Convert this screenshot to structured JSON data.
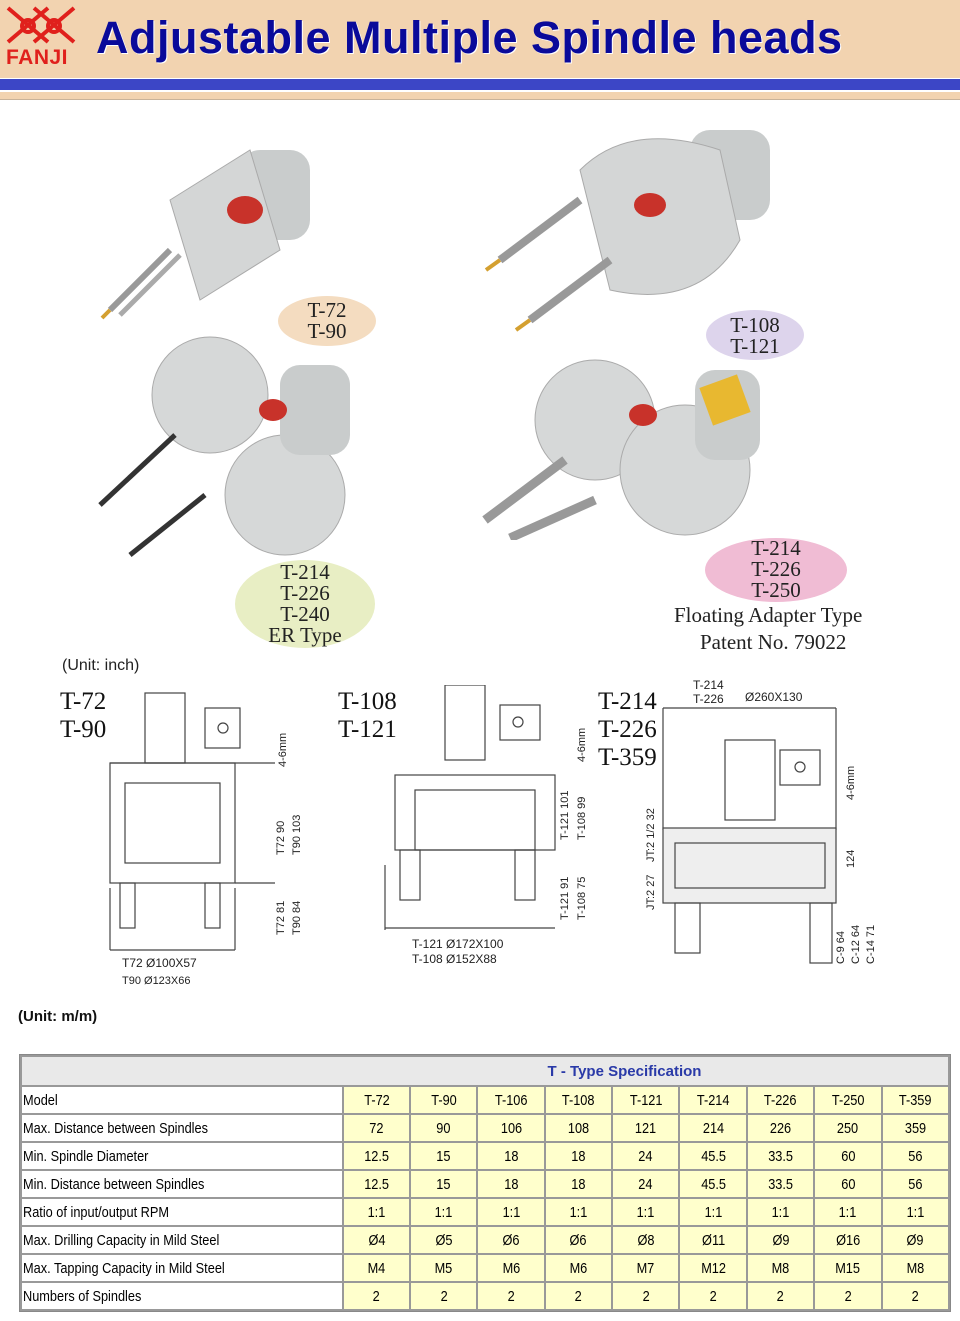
{
  "header": {
    "logo_text": "FANJI",
    "title": "Adjustable Multiple Spindle heads",
    "brand_color": "#e0201c",
    "title_color": "#0a0a9a",
    "bar_color": "#3c46c6"
  },
  "photos": [
    {
      "models": [
        "T-72",
        "T-90"
      ],
      "badge_color": "#f4dcc0"
    },
    {
      "models": [
        "T-108",
        "T-121"
      ],
      "badge_color": "#ddd4ec"
    },
    {
      "models": [
        "T-214",
        "T-226",
        "T-240"
      ],
      "caption": "ER Type",
      "badge_color": "#e8eec4"
    },
    {
      "models": [
        "T-214",
        "T-226",
        "T-250"
      ],
      "caption": "Floating Adapter Type",
      "caption2": "Patent No. 79022",
      "badge_color": "#f0bcd4"
    }
  ],
  "drawings": {
    "unit_label": "(Unit: inch)",
    "d1": {
      "models": [
        "T-72",
        "T-90"
      ],
      "gap": "4-6mm",
      "dim1": "T72 90",
      "dim2": "T90 103",
      "dim3": "T72 81",
      "dim4": "T90 84",
      "size1": "T72 Ø100X57",
      "size2": "T90 Ø123X66"
    },
    "d2": {
      "models": [
        "T-108",
        "T-121"
      ],
      "gap": "4-6mm",
      "dim1": "T-121 101",
      "dim2": "T-108 99",
      "dim3": "T-121 91",
      "dim4": "T-108 75",
      "size1": "T-121  Ø172X100",
      "size2": "T-108  Ø152X88"
    },
    "d3": {
      "models": [
        "T-214",
        "T-226",
        "T-359"
      ],
      "top1": "T-214",
      "top2": "T-226",
      "size": "Ø260X130",
      "gap": "4-6mm",
      "height": "124",
      "jt1": "JT:2 27",
      "jt2": "JT:2 1/2 32",
      "c1": "C-9  64",
      "c2": "C-12 64",
      "c3": "C-14 71"
    }
  },
  "table": {
    "unit_label": "(Unit: m/m)",
    "title": "T - Type  Specification",
    "rows": [
      {
        "label": "Model",
        "values": [
          "T-72",
          "T-90",
          "T-106",
          "T-108",
          "T-121",
          "T-214",
          "T-226",
          "T-250",
          "T-359"
        ]
      },
      {
        "label": "Max. Distance between Spindles",
        "values": [
          "72",
          "90",
          "106",
          "108",
          "121",
          "214",
          "226",
          "250",
          "359"
        ]
      },
      {
        "label": "Min. Spindle Diameter",
        "values": [
          "12.5",
          "15",
          "18",
          "18",
          "24",
          "45.5",
          "33.5",
          "60",
          "56"
        ]
      },
      {
        "label": "Min.  Distance between Spindles",
        "values": [
          "12.5",
          "15",
          "18",
          "18",
          "24",
          "45.5",
          "33.5",
          "60",
          "56"
        ]
      },
      {
        "label": "Ratio of input/output RPM",
        "values": [
          "1:1",
          "1:1",
          "1:1",
          "1:1",
          "1:1",
          "1:1",
          "1:1",
          "1:1",
          "1:1"
        ]
      },
      {
        "label": "Max. Drilling Capacity in Mild Steel",
        "values": [
          "Ø4",
          "Ø5",
          "Ø6",
          "Ø6",
          "Ø8",
          "Ø11",
          "Ø9",
          "Ø16",
          "Ø9"
        ]
      },
      {
        "label": "Max. Tapping Capacity in Mild Steel",
        "values": [
          "M4",
          "M5",
          "M6",
          "M6",
          "M7",
          "M12",
          "M8",
          "M15",
          "M8"
        ]
      },
      {
        "label": "Numbers of Spindles",
        "values": [
          "2",
          "2",
          "2",
          "2",
          "2",
          "2",
          "2",
          "2",
          "2"
        ]
      }
    ]
  }
}
